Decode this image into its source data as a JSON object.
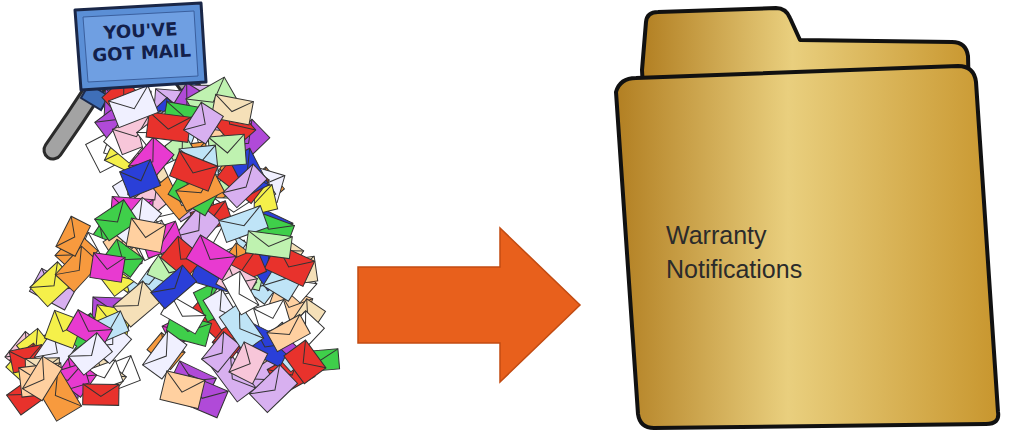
{
  "diagram": {
    "nodes": [
      {
        "text": [
          "YOU'VE GOT MAIL"
        ]
      },
      {
        "text": [
          "Warranty Notifications"
        ]
      }
    ],
    "edges": [
      {
        "from": 0,
        "to": 1,
        "arrow": "to"
      }
    ]
  }
}
